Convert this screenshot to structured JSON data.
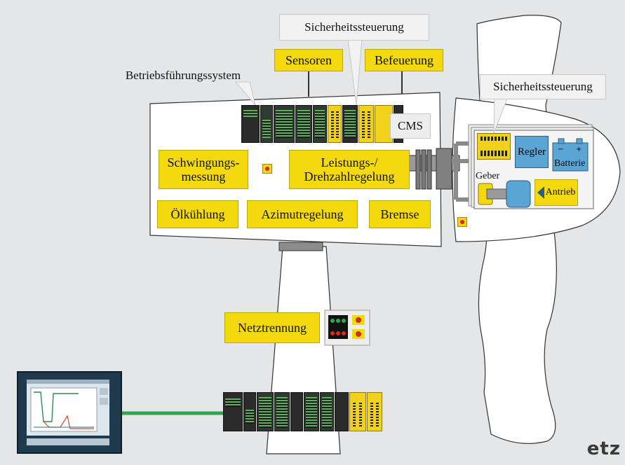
{
  "labels": {
    "sicherheit_top": "Sicherheitssteuerung",
    "betrieb": "Betriebsführungssystem",
    "sensoren": "Sensoren",
    "befeuerung": "Befeuerung",
    "cms": "CMS",
    "schwingung_1": "Schwingungs-",
    "schwingung_2": "messung",
    "leistung_1": "Leistungs-/",
    "leistung_2": "Drehzahlregelung",
    "oelkuehlung": "Ölkühlung",
    "azimut": "Azimutregelung",
    "bremse": "Bremse",
    "sicherheit_right": "Sicherheitssteuerung",
    "regler": "Regler",
    "batterie": "Batterie",
    "geber": "Geber",
    "antrieb": "Antrieb",
    "netztrennung": "Netztrennung",
    "logo": "etz"
  },
  "colors": {
    "background": "#e5e6e7",
    "yellow_box": "#f5d90f",
    "blue_box": "#5aa5d3",
    "cable_green": "#2ea84a",
    "outline": "#444444",
    "indicator_red": "#d62a1f"
  },
  "icons": {
    "emergency_stop": "red-dot-icon",
    "control_panel": "traffic-light-panel-icon",
    "hmi": "touch-panel-icon",
    "battery": "battery-icon",
    "motor": "motor-icon"
  }
}
